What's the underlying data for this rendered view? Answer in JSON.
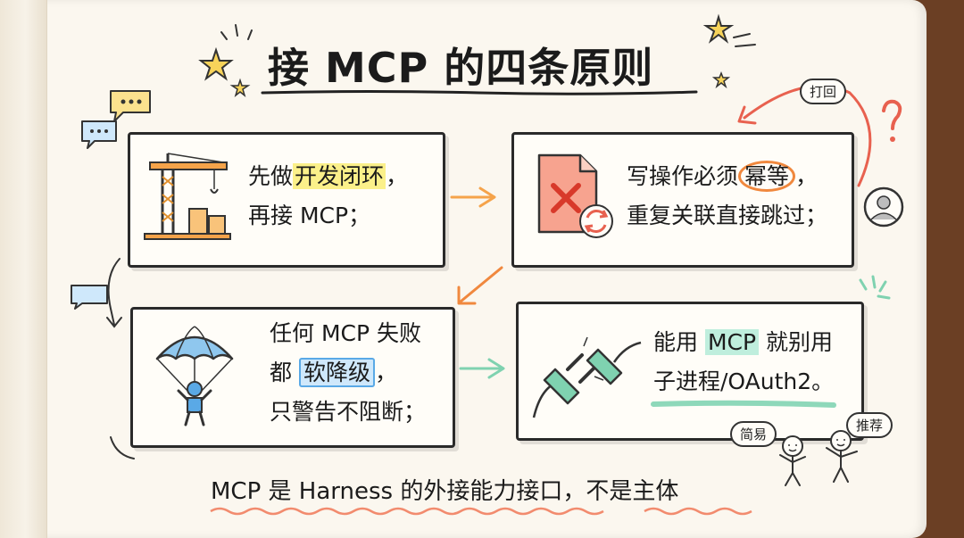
{
  "title": "接 MCP 的四条原则",
  "cards": [
    {
      "line1_pre": "先做",
      "line1_hl": "开发闭环",
      "line1_post": "，",
      "line2": "再接 MCP；"
    },
    {
      "line1_pre": "写操作必须",
      "line1_hl": "幂等",
      "line1_post": "，",
      "line2": "重复关联直接跳过；"
    },
    {
      "line1": "任何 MCP 失败",
      "line2_pre": "都 ",
      "line2_hl": "软降级",
      "line2_post": "，",
      "line3": "只警告不阻断；"
    },
    {
      "line1_pre": "能用 ",
      "line1_hl": "MCP",
      "line1_post": " 就别用",
      "line2": "子进程/OAuth2。"
    }
  ],
  "tags": {
    "bounce": "打回",
    "simple": "简易",
    "recommend": "推荐"
  },
  "footer": "MCP 是 Harness 的外接能力接口，不是主体",
  "icons": [
    "crane-icon",
    "document-x-icon",
    "parachute-person-icon",
    "plug-icon",
    "speech-bubble-icon",
    "user-avatar-icon",
    "star-icon",
    "question-mark-icon",
    "arrow-icon"
  ],
  "colors": {
    "accent_red": "#e8614f",
    "accent_yellow": "#fbf08a",
    "accent_blue": "#5aa9e6",
    "accent_green": "#7fd2b0",
    "ink": "#1b1b1b"
  }
}
